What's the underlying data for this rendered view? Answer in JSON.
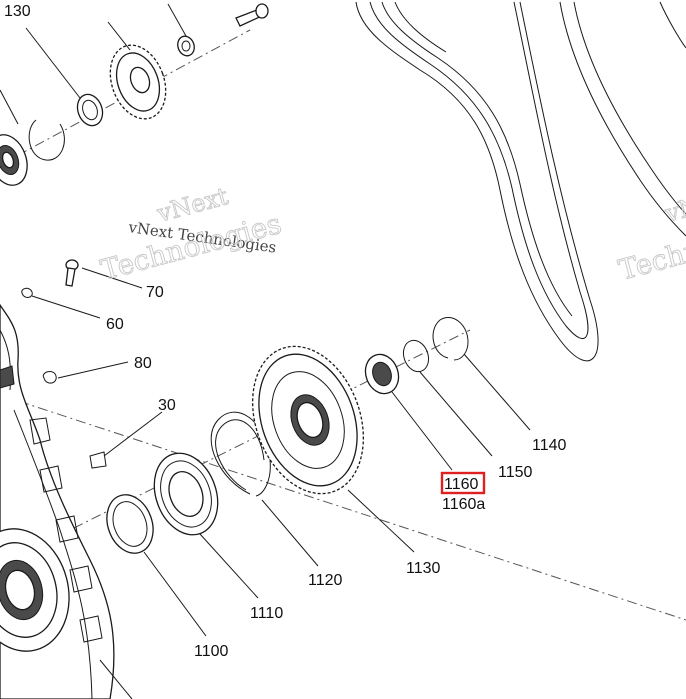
{
  "watermarks": [
    {
      "text": "vNext"
    },
    {
      "text": "vNext Technologies"
    },
    {
      "text": "Technologies"
    },
    {
      "text": "vN"
    },
    {
      "text": "Techno"
    }
  ],
  "callouts": [
    {
      "number": "130"
    },
    {
      "number": "70"
    },
    {
      "number": "60"
    },
    {
      "number": "80"
    },
    {
      "number": "30"
    },
    {
      "number": "1140"
    },
    {
      "number": "1150"
    },
    {
      "number": "1160",
      "highlighted": true
    },
    {
      "number": "1160a"
    },
    {
      "number": "1130"
    },
    {
      "number": "1120"
    },
    {
      "number": "1110"
    },
    {
      "number": "1100"
    }
  ],
  "colors": {
    "highlight": "#e02020",
    "line": "#1a1a1a"
  }
}
